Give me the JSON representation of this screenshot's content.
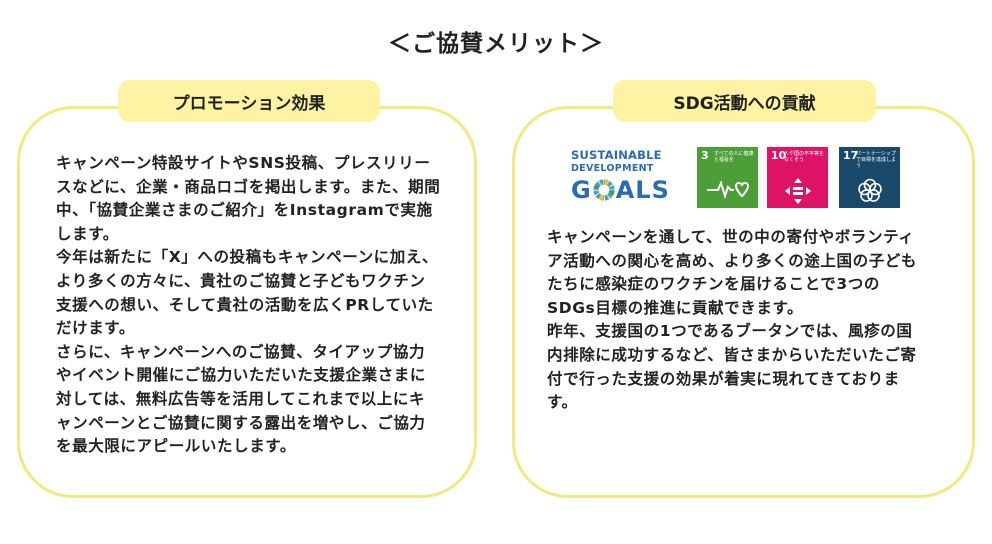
{
  "heading": "＜ご協賛メリット＞",
  "promotion": {
    "title": "プロモーション効果",
    "paragraphs": [
      "キャンペーン特設サイトやSNS投稿、プレスリリースなどに、企業・商品ロゴを掲出します。また、期間中、「協賛企業さまのご紹介」をInstagramで実施します。",
      "今年は新たに「X」への投稿もキャンペーンに加え、より多くの方々に、貴社のご協賛と子どもワクチン支援への想い、そして貴社の活動を広くPRしていただけます。",
      "さらに、キャンペーンへのご協賛、タイアップ協力やイベント開催にご協力いただいた支援企業さまに対しては、無料広告等を活用してこれまで以上にキャンペーンとご協賛に関する露出を増やし、ご協力を最大限にアピールいたします。"
    ]
  },
  "sdg": {
    "title": "SDG活動への貢献",
    "logo": {
      "line1": "SUSTAINABLE",
      "line2": "DEVELOPMENT",
      "line3_left": "G",
      "line3_right": "ALS"
    },
    "goals": [
      {
        "number": "3",
        "caption": "すべての人に健康と福祉を",
        "color": "#4c9f38",
        "icon": "heartbeat-icon"
      },
      {
        "number": "10",
        "caption": "人や国の不平等をなくそう",
        "color": "#dd1367",
        "icon": "equality-icon"
      },
      {
        "number": "17",
        "caption": "パートナーシップで目標を達成しよう",
        "color": "#19486a",
        "icon": "partnership-rings-icon"
      }
    ],
    "paragraphs": [
      "キャンペーンを通して、世の中の寄付やボランティア活動への関心を高め、より多くの途上国の子どもたちに感染症のワクチンを届けることで3つのSDGs目標の推進に貢献できます。",
      "昨年、支援国の1つであるブータンでは、風疹の国内排除に成功するなど、皆さまからいただいたご寄付で行った支援の効果が着実に現れてきております。"
    ]
  }
}
